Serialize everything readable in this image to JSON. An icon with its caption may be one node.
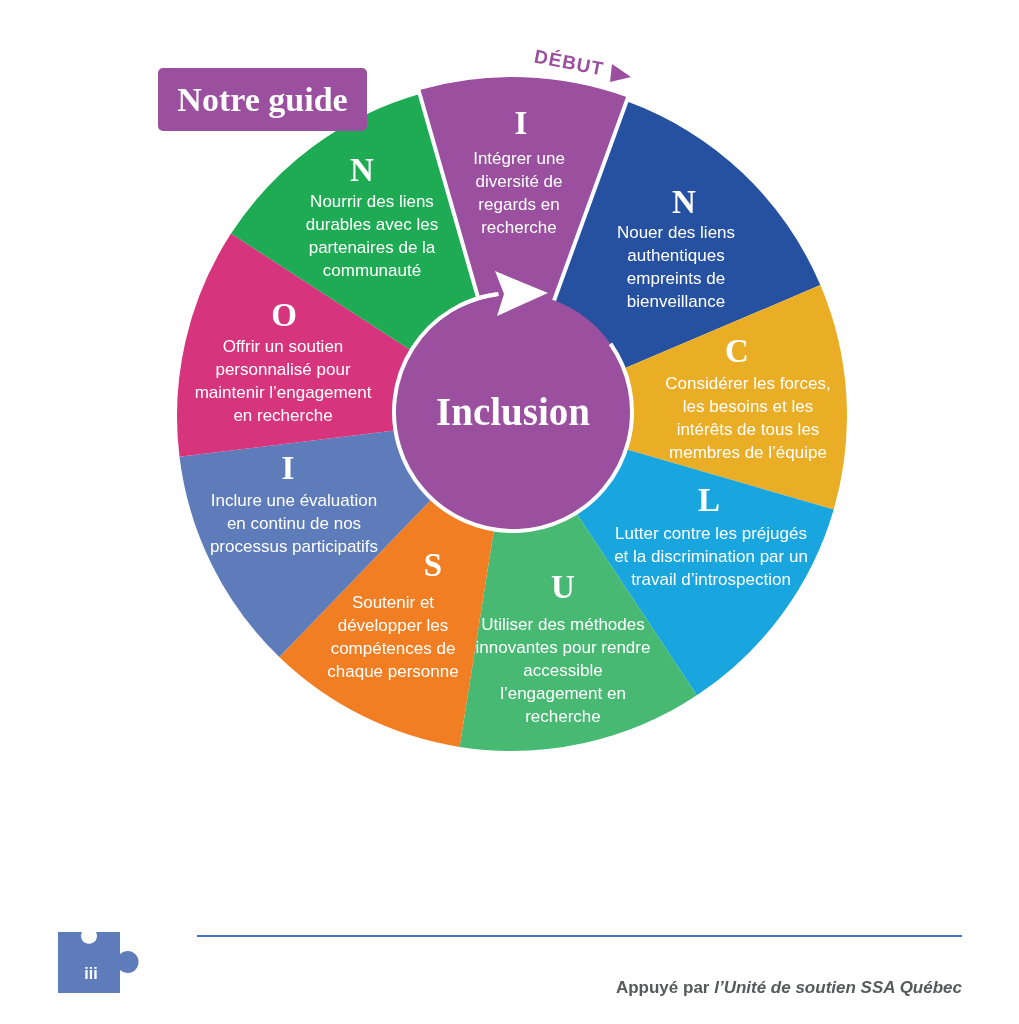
{
  "diagram": {
    "title": "Notre guide",
    "nodes": [
      {
        "text": [
          "I",
          "Intégrer une diversité de regards en recherche"
        ]
      },
      {
        "text": [
          "N",
          "Nouer des liens authentiques empreints de bienveillance"
        ]
      },
      {
        "text": [
          "C",
          "Considérer les forces, les besoins et les intérêts de tous les membres de l’équipe"
        ]
      },
      {
        "text": [
          "L",
          "Lutter contre les préjugés et la discrimination par un travail d’introspection"
        ]
      },
      {
        "text": [
          "U",
          "Utiliser des méthodes innovantes pour rendre accessible l’engagement en recherche"
        ]
      },
      {
        "text": [
          "S",
          "Soutenir et développer les compétences de chaque personne"
        ]
      },
      {
        "text": [
          "I",
          "Inclure une évaluation en continu de nos processus participatifs"
        ]
      },
      {
        "text": [
          "O",
          "Offrir un soutien personnalisé pour maintenir l’engagement en recherche"
        ]
      },
      {
        "text": [
          "N",
          "Nourrir des liens durables avec les partenaires de la communauté"
        ]
      },
      {
        "text": [
          "Inclusion"
        ]
      }
    ],
    "labels": [
      "DÉBUT",
      "iii",
      "Appuyé par *l’Unité de soutien SSA Québec*"
    ]
  }
}
